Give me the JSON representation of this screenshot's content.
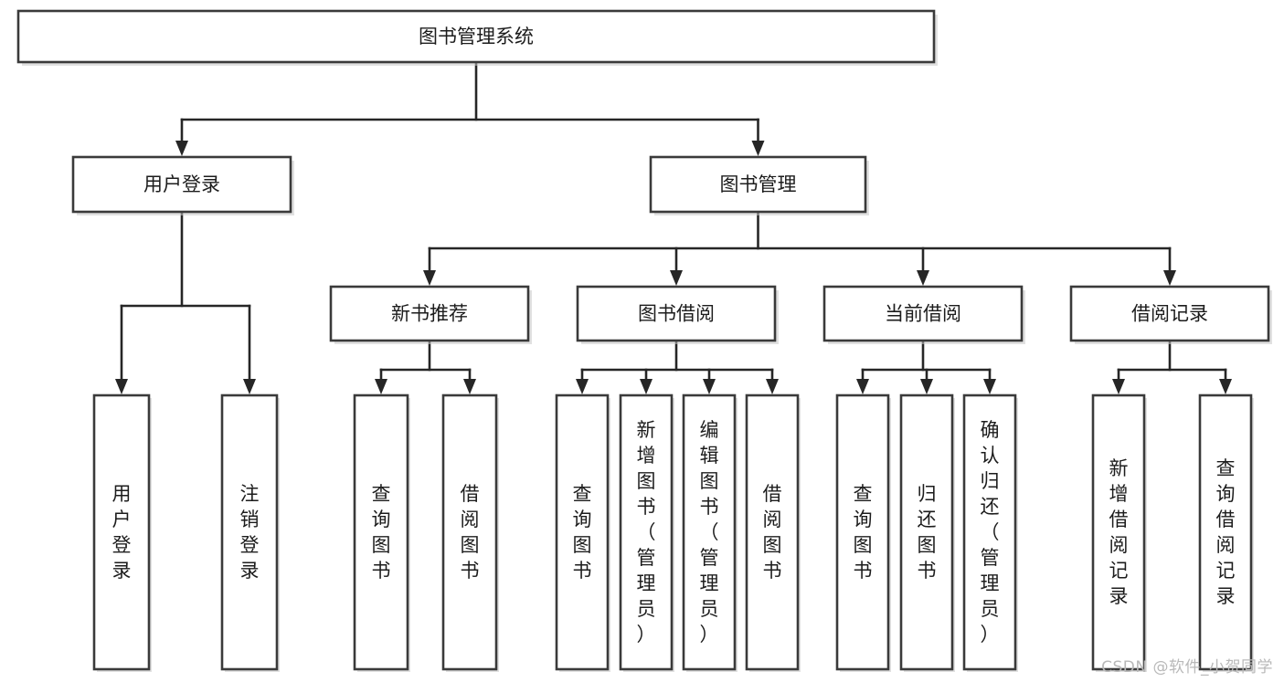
{
  "diagram": {
    "title": "图书管理系统",
    "type": "tree-hierarchy",
    "watermark": "CSDN @软件_小贺同学",
    "colors": {
      "box_stroke": "#3a3a3a",
      "link_stroke": "#262626",
      "box_fill": "#ffffff",
      "background": "#ffffff",
      "watermark": "#b9b9b9"
    },
    "root": {
      "label": "图书管理系统"
    },
    "level2": [
      {
        "label": "用户登录"
      },
      {
        "label": "图书管理"
      }
    ],
    "level3": [
      {
        "label": "新书推荐"
      },
      {
        "label": "图书借阅"
      },
      {
        "label": "当前借阅"
      },
      {
        "label": "借阅记录"
      }
    ],
    "leaves": {
      "user_login": [
        {
          "label": "用户登录"
        },
        {
          "label": "注销登录"
        }
      ],
      "new_book_recommend": [
        {
          "label": "查询图书"
        },
        {
          "label": "借阅图书"
        }
      ],
      "book_borrow": [
        {
          "label": "查询图书"
        },
        {
          "label": "新增图书（管理员）"
        },
        {
          "label": "编辑图书（管理员）"
        },
        {
          "label": "借阅图书"
        }
      ],
      "current_borrow": [
        {
          "label": "查询图书"
        },
        {
          "label": "归还图书"
        },
        {
          "label": "确认归还（管理员）"
        }
      ],
      "borrow_record": [
        {
          "label": "新增借阅记录"
        },
        {
          "label": "查询借阅记录"
        }
      ]
    }
  }
}
